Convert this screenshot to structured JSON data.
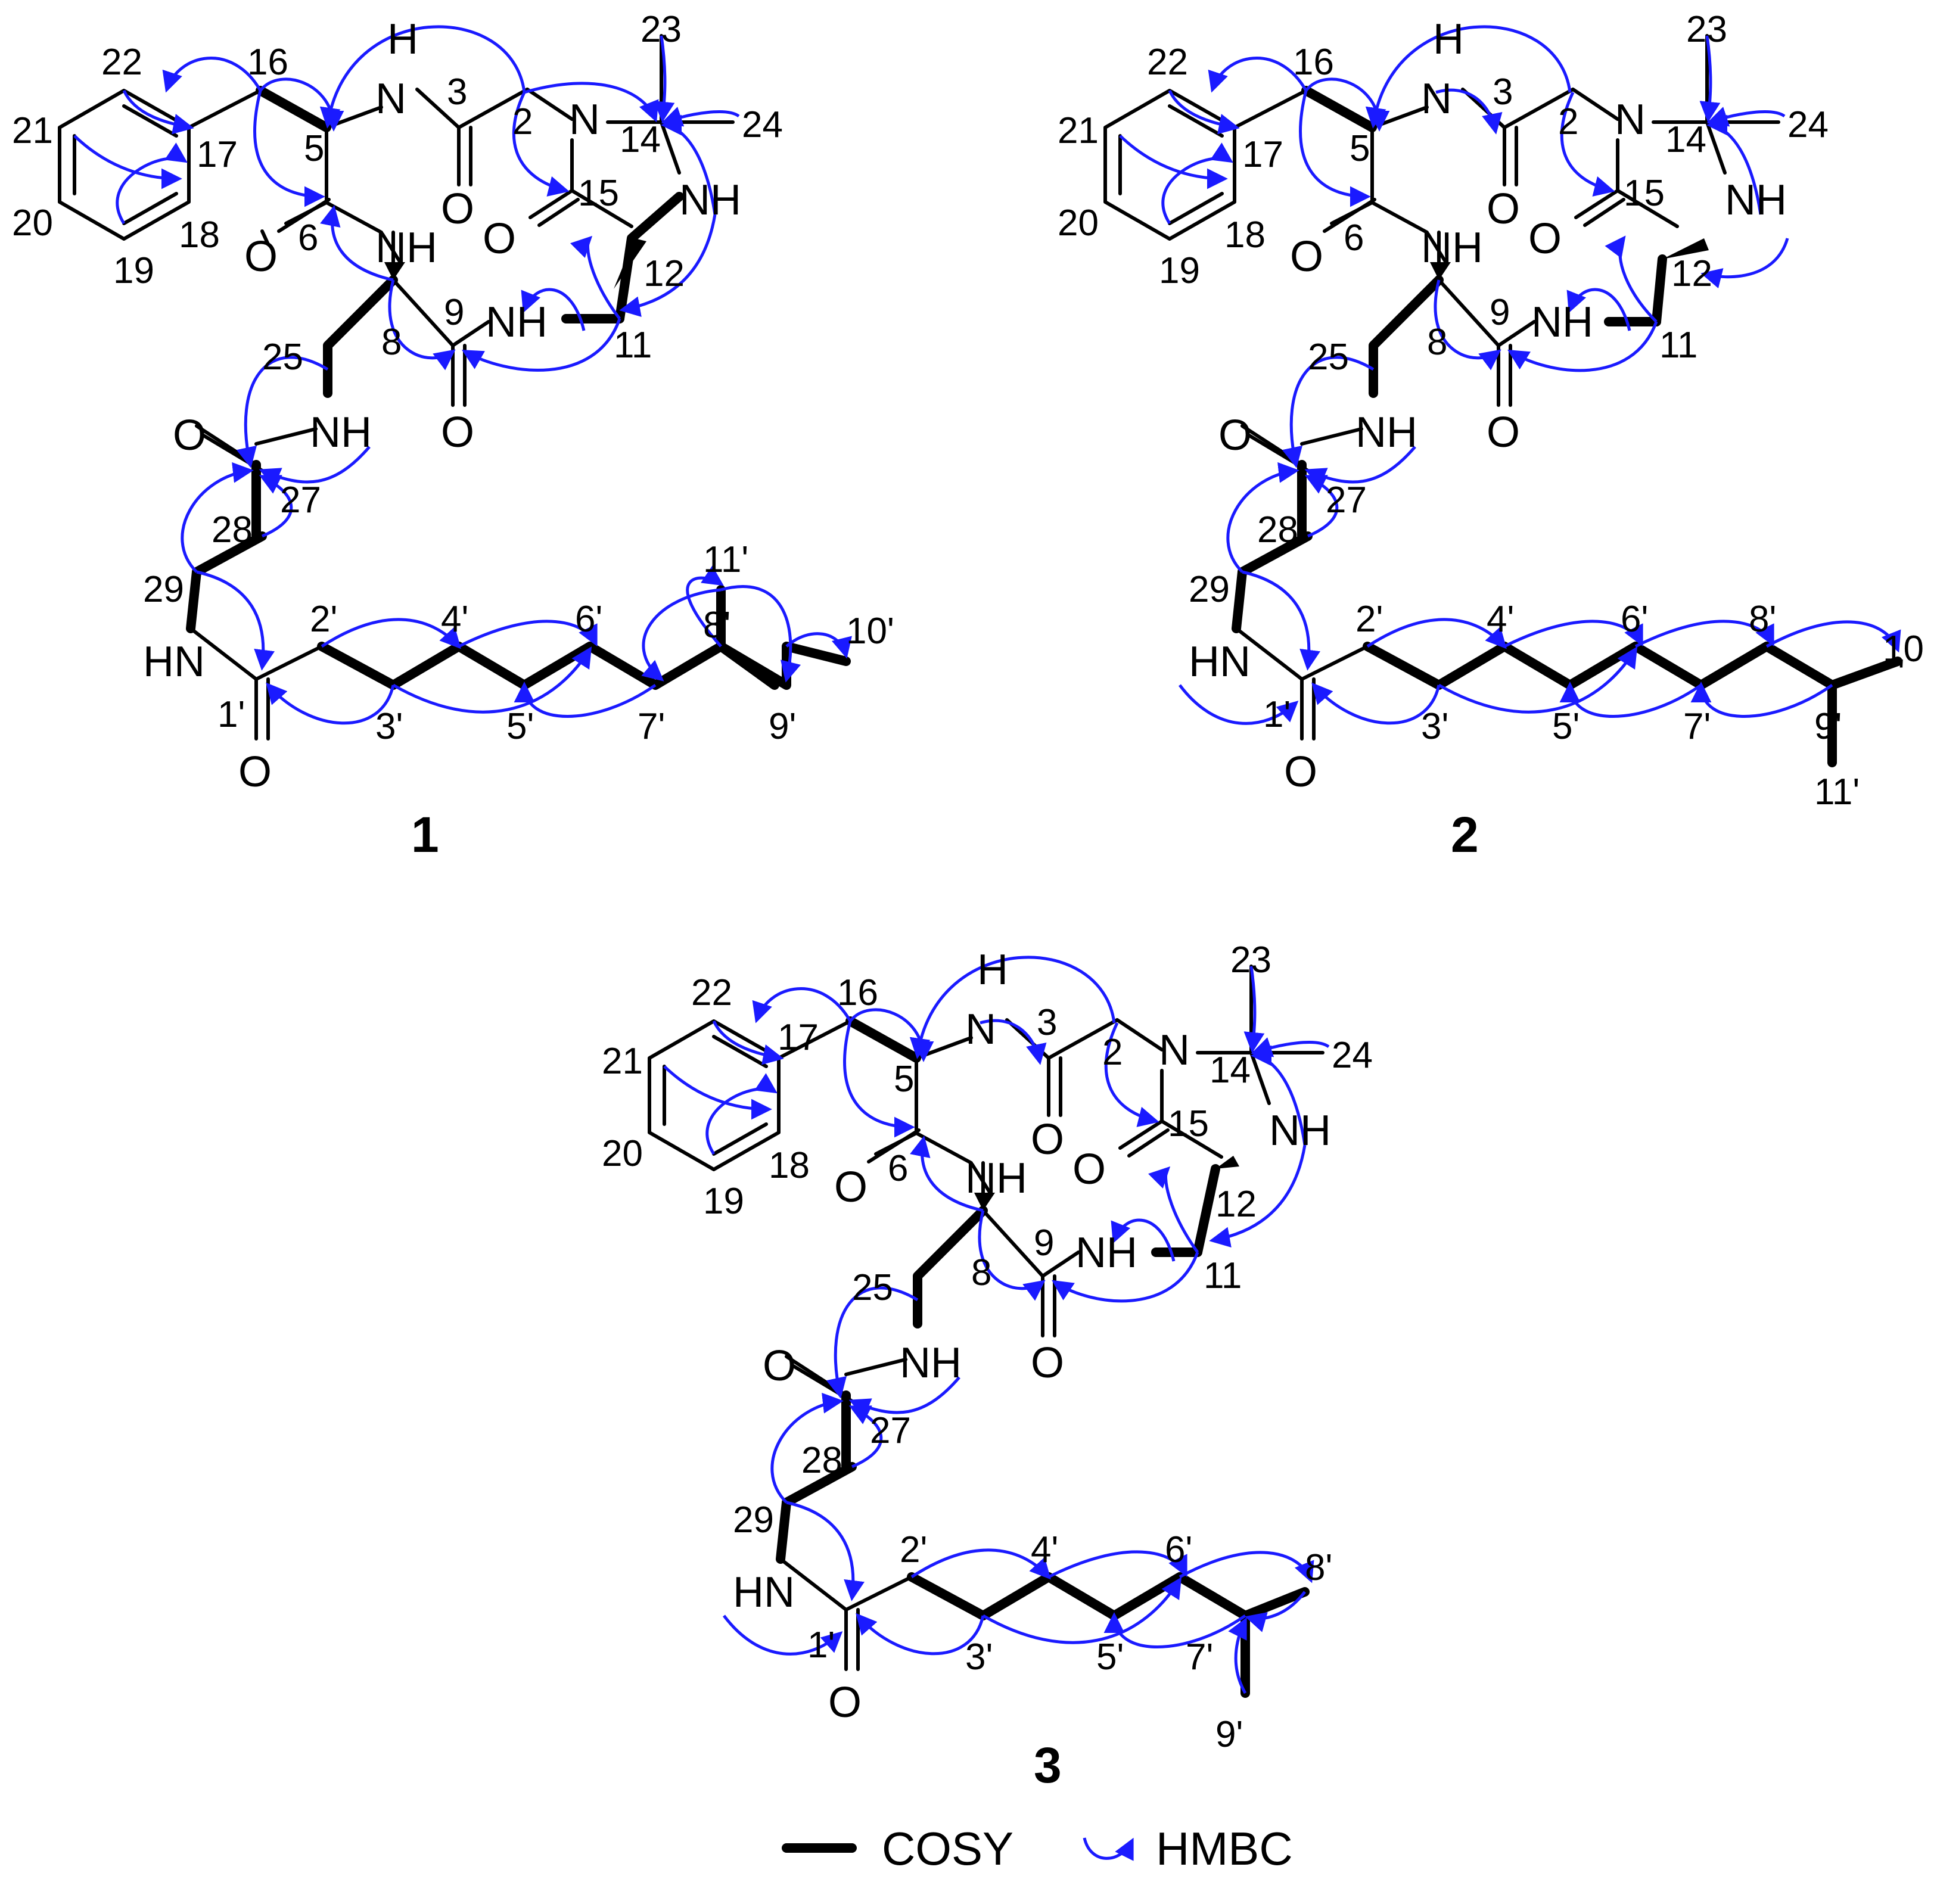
{
  "colors": {
    "bond": "#000000",
    "hmbc_arrow": "#1a1aff",
    "background": "#ffffff"
  },
  "compound_ids": [
    "1",
    "2",
    "3"
  ],
  "atom_symbols": {
    "nh": "NH",
    "hn": "HN",
    "h": "H",
    "n": "N",
    "o": "O"
  },
  "legend": {
    "cosy": "COSY",
    "hmbc": "HMBC"
  },
  "labels_1": [
    "16",
    "22",
    "21",
    "20",
    "19",
    "18",
    "17",
    "5",
    "6",
    "3",
    "2",
    "14",
    "15",
    "23",
    "24",
    "12",
    "11",
    "9",
    "8",
    "25",
    "28",
    "27",
    "29",
    "1'",
    "2'",
    "3'",
    "4'",
    "5'",
    "6'",
    "7'",
    "8'",
    "9'",
    "10'",
    "11'"
  ],
  "labels_2": [
    "16",
    "22",
    "21",
    "20",
    "19",
    "18",
    "17",
    "5",
    "6",
    "3",
    "2",
    "14",
    "15",
    "23",
    "24",
    "12",
    "11",
    "9",
    "8",
    "25",
    "28",
    "27",
    "29",
    "1'",
    "2'",
    "3'",
    "4'",
    "5'",
    "6'",
    "7'",
    "8'",
    "9'",
    "10",
    "'",
    "11'"
  ],
  "labels_3": [
    "16",
    "22",
    "21",
    "20",
    "19",
    "18",
    "17",
    "5",
    "6",
    "3",
    "2",
    "14",
    "15",
    "23",
    "24",
    "12",
    "11",
    "9",
    "8",
    "25",
    "28",
    "27",
    "29",
    "1'",
    "2'",
    "3'",
    "4'",
    "5'",
    "6'",
    "7'",
    "8'",
    "9'"
  ]
}
